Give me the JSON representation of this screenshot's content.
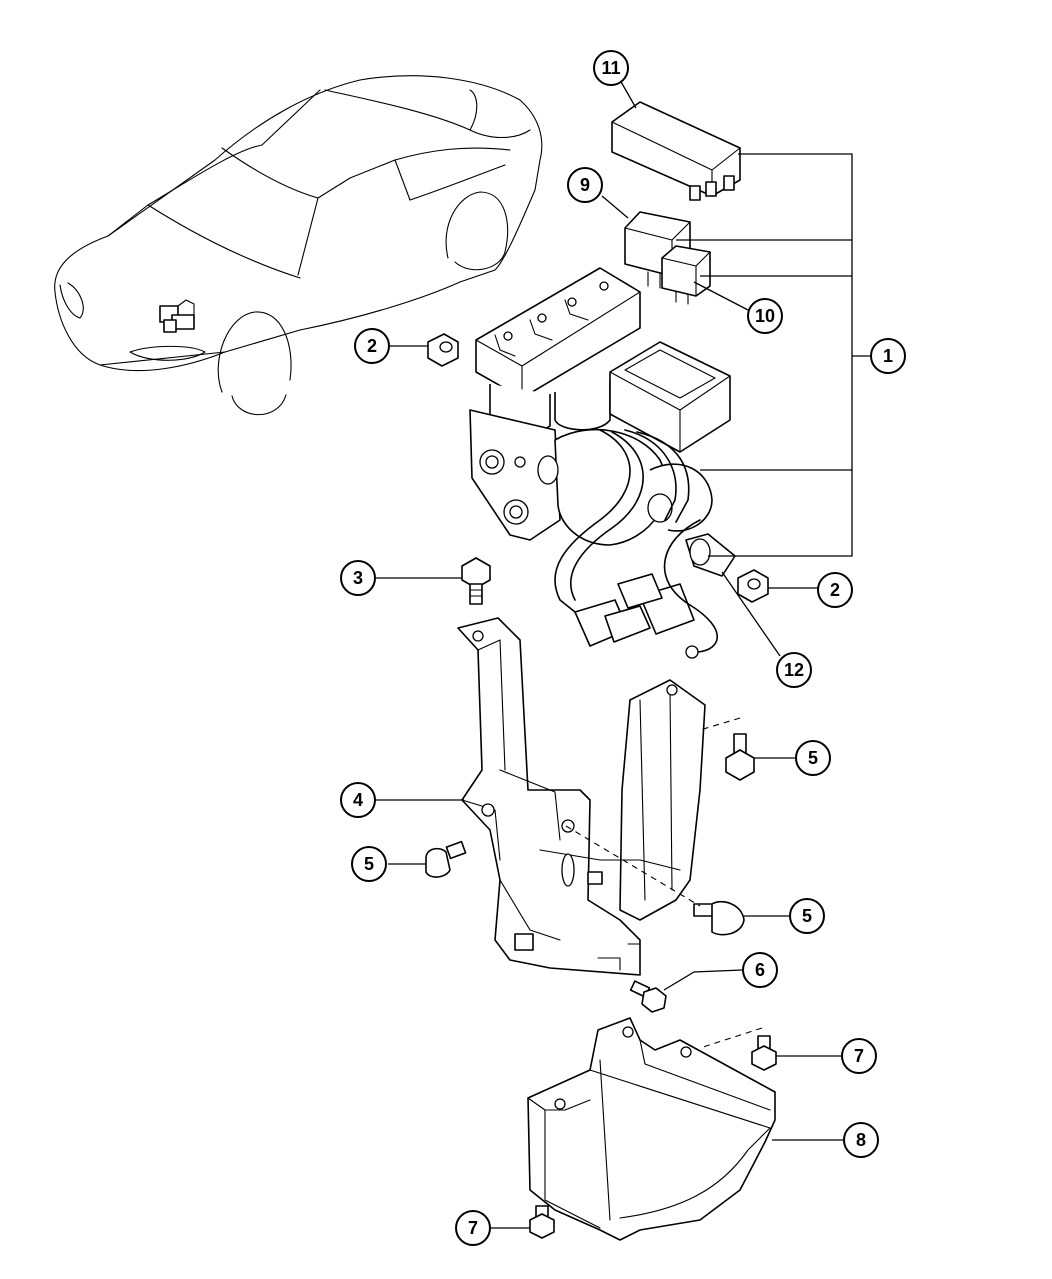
{
  "callouts": [
    {
      "id": "c1",
      "label": "1"
    },
    {
      "id": "c2a",
      "label": "2"
    },
    {
      "id": "c2b",
      "label": "2"
    },
    {
      "id": "c3",
      "label": "3"
    },
    {
      "id": "c4",
      "label": "4"
    },
    {
      "id": "c5a",
      "label": "5"
    },
    {
      "id": "c5b",
      "label": "5"
    },
    {
      "id": "c5c",
      "label": "5"
    },
    {
      "id": "c6",
      "label": "6"
    },
    {
      "id": "c7a",
      "label": "7"
    },
    {
      "id": "c7b",
      "label": "7"
    },
    {
      "id": "c8",
      "label": "8"
    },
    {
      "id": "c9",
      "label": "9"
    },
    {
      "id": "c10",
      "label": "10"
    },
    {
      "id": "c11",
      "label": "11"
    },
    {
      "id": "c12",
      "label": "12"
    }
  ]
}
